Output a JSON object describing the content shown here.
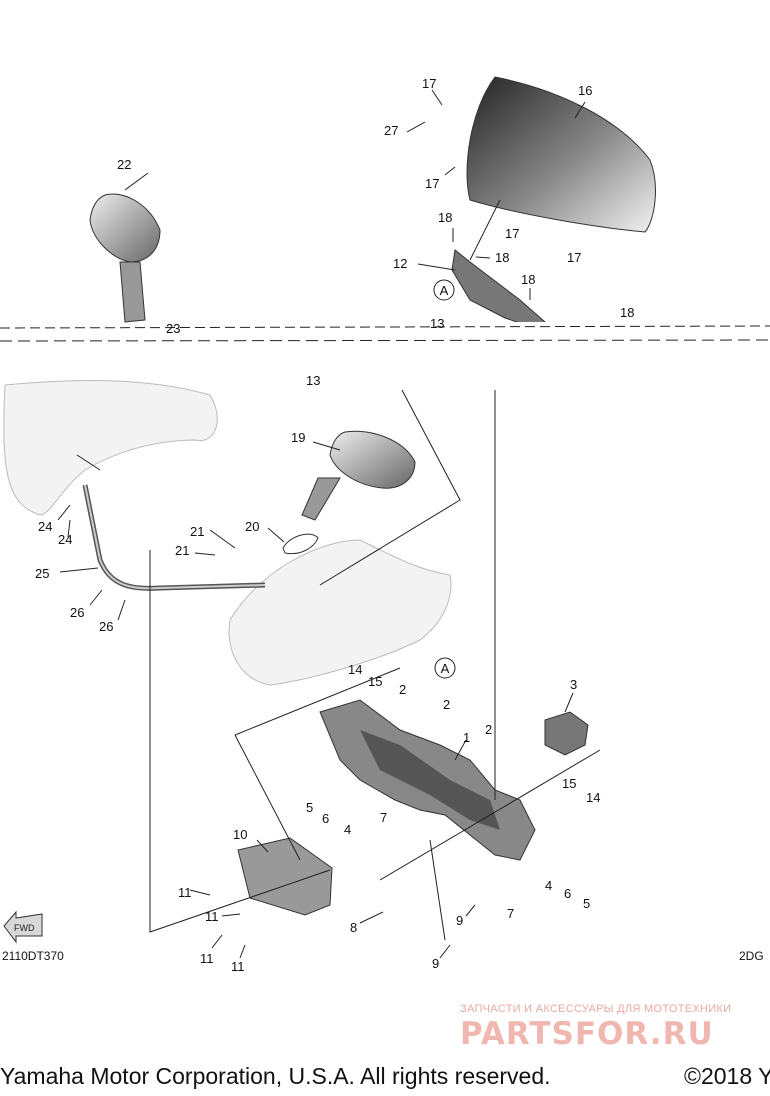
{
  "diagram_codes": {
    "left": "2110DT370",
    "right": "2DG"
  },
  "callouts": {
    "c1": "1",
    "c2": "2",
    "c3": "3",
    "c4": "4",
    "c5": "5",
    "c6": "6",
    "c7": "7",
    "c8": "8",
    "c9": "9",
    "c10": "10",
    "c11": "11",
    "c12": "12",
    "c13": "13",
    "c14": "14",
    "c15": "15",
    "c16": "16",
    "c17": "17",
    "c18": "18",
    "c19": "19",
    "c20": "20",
    "c21": "21",
    "c22": "22",
    "c23": "23",
    "c24": "24",
    "c25": "25",
    "c26": "26",
    "c27": "27"
  },
  "reference_marker": "A",
  "fwd_label": "FWD",
  "watermark": {
    "tagline": "ЗАПЧАСТИ И АКСЕССУАРЫ ДЛЯ МОТОТЕХНИКИ",
    "logo": "PARTSFOR.RU"
  },
  "copyright": {
    "text": "Yamaha Motor Corporation, U.S.A. All rights reserved.",
    "year": "©2018 Y"
  }
}
